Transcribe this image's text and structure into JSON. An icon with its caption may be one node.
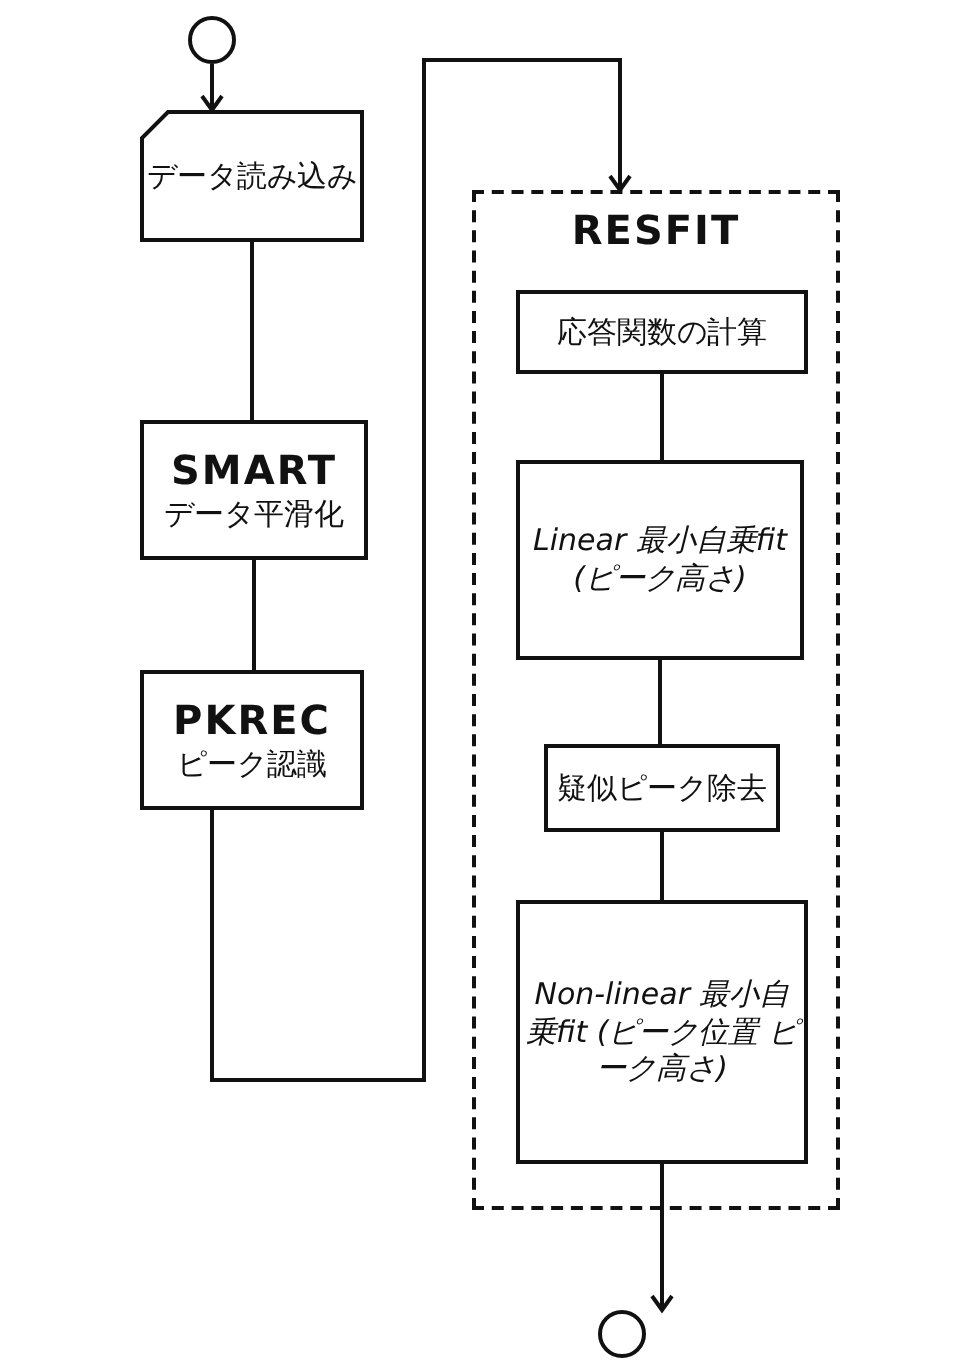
{
  "diagram": {
    "nodes": [
      {
        "text": [],
        "shape": "circle"
      },
      {
        "text": [
          "データ読み込み"
        ]
      },
      {
        "text": [
          "SMART",
          "データ平滑化"
        ]
      },
      {
        "text": [
          "PKREC",
          "ピーク認識"
        ]
      },
      {
        "text": [
          "RESFIT"
        ]
      },
      {
        "text": [
          "応答関数の計算"
        ],
        "in": 4
      },
      {
        "text": [
          "Linear 最小自乗fit (ピーク高さ)"
        ],
        "in": 4
      },
      {
        "text": [
          "疑似ピーク除去"
        ],
        "in": 4
      },
      {
        "text": [
          "Non-linear 最小自乗fit (ピーク位置 ピーク高さ)"
        ],
        "in": 4
      },
      {
        "text": [],
        "shape": "circle"
      }
    ],
    "edges": [
      {
        "from": 0,
        "to": 1,
        "arrow": "to"
      },
      {
        "from": 1,
        "to": 2,
        "arrow": "none"
      },
      {
        "from": 2,
        "to": 3,
        "arrow": "none"
      },
      {
        "from": 3,
        "to": 4,
        "arrow": "to"
      },
      {
        "from": 5,
        "to": 6,
        "arrow": "none"
      },
      {
        "from": 6,
        "to": 7,
        "arrow": "none"
      },
      {
        "from": 7,
        "to": 8,
        "arrow": "none"
      },
      {
        "from": 8,
        "to": 9,
        "arrow": "to"
      }
    ]
  }
}
